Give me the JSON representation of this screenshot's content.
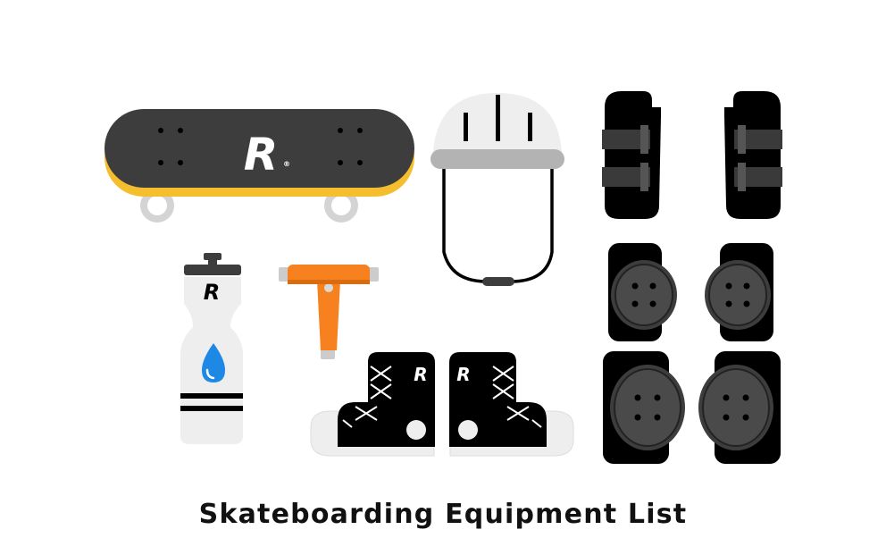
{
  "caption": "Skateboarding Equipment List",
  "logo": {
    "letter": "R",
    "registered": "®"
  },
  "items": [
    {
      "name": "skateboard",
      "icon": "skateboard-icon"
    },
    {
      "name": "helmet",
      "icon": "helmet-icon"
    },
    {
      "name": "wrist guards",
      "icon": "wrist-guard-icon"
    },
    {
      "name": "elbow pads",
      "icon": "elbow-pad-icon"
    },
    {
      "name": "knee pads",
      "icon": "knee-pad-icon"
    },
    {
      "name": "water bottle",
      "icon": "water-bottle-icon"
    },
    {
      "name": "skate tool",
      "icon": "skate-tool-icon"
    },
    {
      "name": "skate shoes",
      "icon": "skate-shoes-icon"
    }
  ],
  "colors": {
    "dark": "#3d3d3d",
    "black": "#000000",
    "grip_edge": "#f5be2e",
    "wheel": "#d9d9d9",
    "tool_orange": "#f7801f",
    "water_blue": "#1e88e5",
    "pad_grey": "#4a4a4a"
  }
}
